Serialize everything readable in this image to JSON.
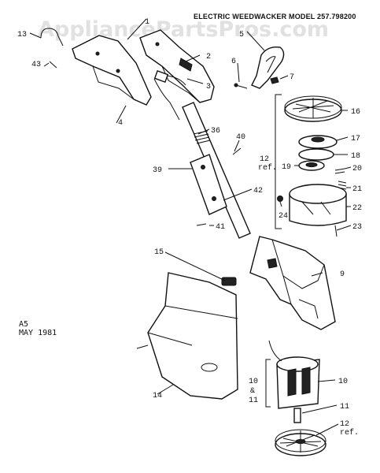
{
  "watermark": "AppliancePartsPros.com",
  "header": "ELECTRIC WEEDWACKER MODEL 257.798200",
  "stamp": {
    "line1": "A5",
    "line2": "MAY 1981"
  },
  "callouts": {
    "c1": "1",
    "c2": "2",
    "c3": "3",
    "c4": "4",
    "c5": "5",
    "c6": "6",
    "c7": "7",
    "c9": "9",
    "c10a": "10",
    "c10b": "10",
    "c10amp": "&",
    "c11a": "11",
    "c11b": "11",
    "c12a": "12",
    "c12aref": "ref.",
    "c12b": "12",
    "c12bref": "ref.",
    "c13": "13",
    "c14": "14",
    "c15": "15",
    "c16": "16",
    "c17": "17",
    "c18": "18",
    "c19": "19",
    "c20": "20",
    "c21": "21",
    "c22": "22",
    "c23": "23",
    "c24": "24",
    "c36": "36",
    "c39": "39",
    "c40": "40",
    "c41": "41",
    "c42": "42",
    "c43": "43"
  }
}
